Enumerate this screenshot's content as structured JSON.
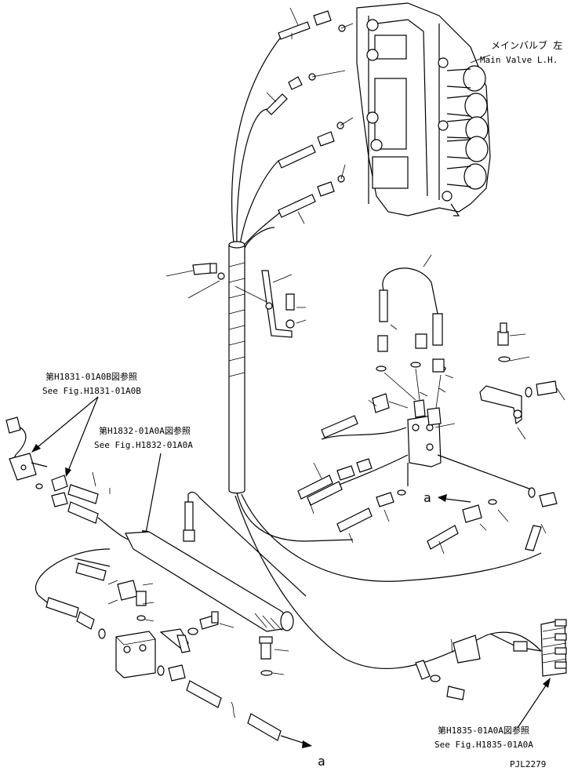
{
  "labels": {
    "main_valve_jp": "メインバルブ 左",
    "main_valve_en": "Main Valve L.H.",
    "ref1_jp": "第H1831-01A0B図参照",
    "ref1_en": "See Fig.H1831-01A0B",
    "ref2_jp": "第H1832-01A0A図参照",
    "ref2_en": "See Fig.H1832-01A0A",
    "ref3_jp": "第H1835-01A0A図参照",
    "ref3_en": "See Fig.H1835-01A0A",
    "arrow_a_1": "a",
    "arrow_a_2": "a",
    "drawing_code": "PJL2279"
  },
  "icons": {
    "main_valve": "main-valve-assembly-icon",
    "block": "valve-block-icon",
    "manifold": "manifold-connector-icon",
    "solenoid": "solenoid-connector-icon"
  }
}
